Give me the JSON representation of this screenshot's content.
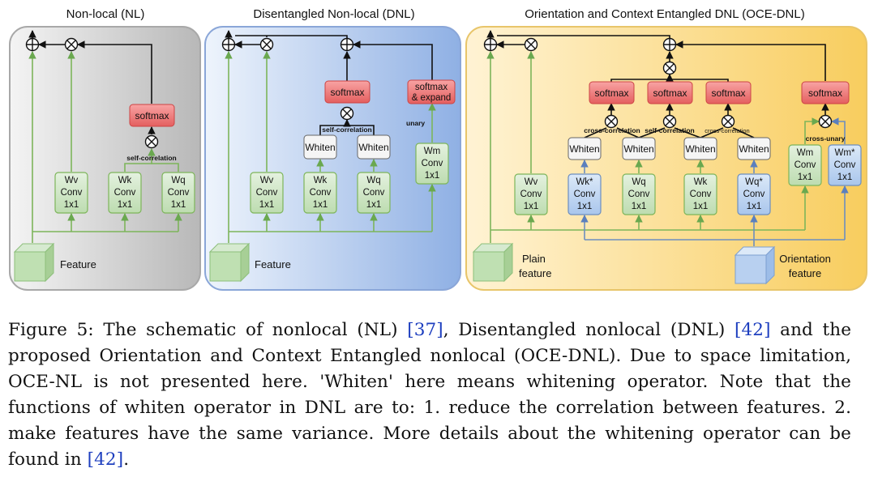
{
  "panels": {
    "nl": {
      "title": "Non-local (NL)",
      "softmax": "softmax",
      "annotation": "self-correlation",
      "convs": [
        {
          "l1": "Wv",
          "l2": "Conv",
          "l3": "1x1"
        },
        {
          "l1": "Wk",
          "l2": "Conv",
          "l3": "1x1"
        },
        {
          "l1": "Wq",
          "l2": "Conv",
          "l3": "1x1"
        }
      ],
      "feature": "Feature"
    },
    "dnl": {
      "title": "Disentangled Non-local (DNL)",
      "softmax": "softmax",
      "softmax_expand_1": "softmax",
      "softmax_expand_2": "& expand",
      "unary": "unary",
      "annotation": "self-correlation",
      "whiten": "Whiten",
      "convs": [
        {
          "l1": "Wv",
          "l2": "Conv",
          "l3": "1x1"
        },
        {
          "l1": "Wk",
          "l2": "Conv",
          "l3": "1x1"
        },
        {
          "l1": "Wq",
          "l2": "Conv",
          "l3": "1x1"
        },
        {
          "l1": "Wm",
          "l2": "Conv",
          "l3": "1x1"
        }
      ],
      "feature": "Feature"
    },
    "oce": {
      "title": "Orientation and Context Entangled DNL (OCE-DNL)",
      "softmax": "softmax",
      "whiten": "Whiten",
      "cross_correlation": "cross-correlation",
      "self_correlation": "self-correlation",
      "cross_unary": "cross-unary",
      "convs": [
        {
          "l1": "Wv",
          "l2": "Conv",
          "l3": "1x1"
        },
        {
          "l1": "Wk*",
          "l2": "Conv",
          "l3": "1x1"
        },
        {
          "l1": "Wq",
          "l2": "Conv",
          "l3": "1x1"
        },
        {
          "l1": "Wk",
          "l2": "Conv",
          "l3": "1x1"
        },
        {
          "l1": "Wq*",
          "l2": "Conv",
          "l3": "1x1"
        }
      ],
      "wm_convs": [
        {
          "l1": "Wm",
          "l2": "Conv",
          "l3": "1x1"
        },
        {
          "l1": "Wm*",
          "l2": "Conv",
          "l3": "1x1"
        }
      ],
      "plain_feature_1": "Plain",
      "plain_feature_2": "feature",
      "orientation_feature_1": "Orientation",
      "orientation_feature_2": "feature"
    }
  },
  "caption": {
    "text_1": "Figure 5: The schematic of nonlocal (NL) ",
    "ref_1": "[37]",
    "text_2": ", Disentangled nonlocal (DNL) ",
    "ref_2": "[42]",
    "text_3": " and the proposed Orientation and Context Entangled nonlocal (OCE-DNL). Due to space limitation, OCE-NL is not presented here. 'Whiten' here means whitening operator. Note that the functions of whiten operator in DNL are to: 1. reduce the correlation between features. 2. make features have the same variance. More details about the whitening operator can be found in ",
    "ref_3": "[42]",
    "text_4": "."
  },
  "colors": {
    "green_arrow": "#7db55a",
    "blue_arrow": "#6c8ebf",
    "softmax_fill": "#f08080",
    "conv_green": "#d5e8d4",
    "conv_blue": "#cfe0f5",
    "ref_blue": "#1e3fbf"
  }
}
